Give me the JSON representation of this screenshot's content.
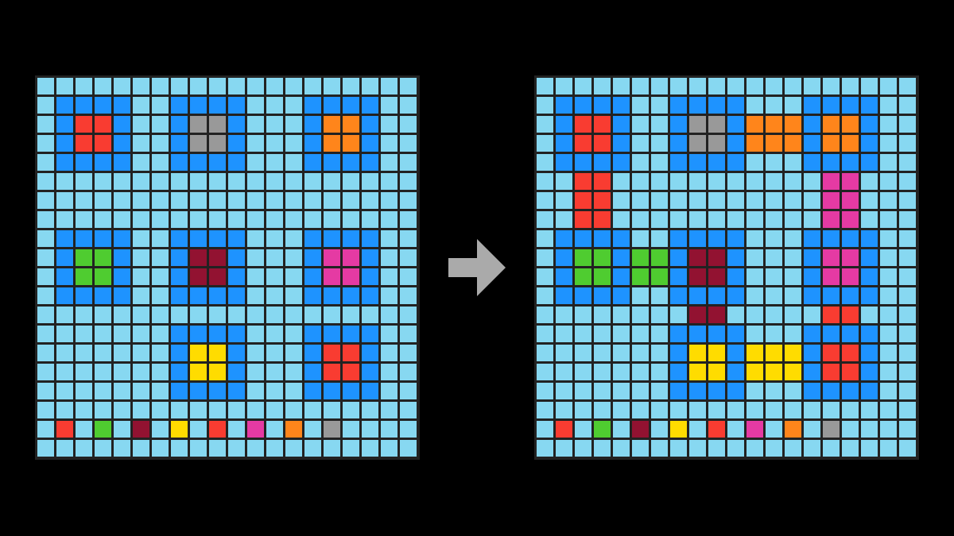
{
  "palette": {
    "0": "#87d8f1",
    "1": "#1e93ff",
    "2": "#f93c31",
    "3": "#999999",
    "4": "#ff851b",
    "5": "#4fcc30",
    "6": "#921231",
    "7": "#e53aa3",
    "8": "#ffdc00"
  },
  "arrow_color": "#aaaaaa",
  "input_grid": [
    "00000000000000000000",
    "01111001111000111100",
    "01221001331000144100",
    "01221001331000144100",
    "01111001111000111100",
    "00000000000000000000",
    "00000000000000000000",
    "00000000000000000000",
    "01111001111000111100",
    "01551001661000177100",
    "01551001661000177100",
    "01111001111000111100",
    "00000000000000000000",
    "00000001111000111100",
    "00000001881000122100",
    "00000001881000122100",
    "00000001111000111100",
    "00000000000000000000",
    "02050608020704030000",
    "00000000000000000000"
  ],
  "output_grid": [
    "00000000000000000000",
    "01111001111000111100",
    "01221001331444144100",
    "01221001331444144100",
    "01111001111000111100",
    "00220000000000077000",
    "00220000000000077000",
    "00220000000000077000",
    "01111001111000111100",
    "01551551661000177100",
    "01551551661000177100",
    "01111001111000111100",
    "00000000660000022000",
    "00000001111000111100",
    "00000001881888122100",
    "00000001881888122100",
    "00000001111000111100",
    "00000000000000000000",
    "02050608020704030000",
    "00000000000000000000"
  ]
}
